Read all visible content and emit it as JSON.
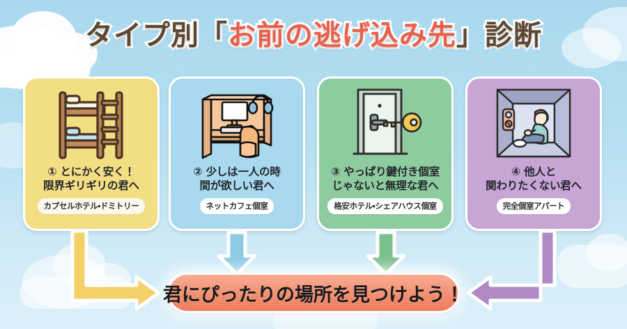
{
  "title": {
    "prefix": "タイプ別「",
    "highlight": "お前の逃げ込み先",
    "suffix": "」診断",
    "full": "タイプ別「お前の逃げ込み先」診断",
    "text_color": "#5C4733",
    "highlight_color": "#E8604C"
  },
  "background": {
    "sky_color": "#A9D8EE",
    "cloud_color": "#FFFFFF"
  },
  "cards": [
    {
      "number": "①",
      "icon": "bunk-bed-icon",
      "label_line1": "① とにかく安く！",
      "label_line2": "限界ギリギリの君へ",
      "tag": "カプセルホテル・ドミトリー",
      "color": "#F3DE84",
      "arrow": "elbow-down-right",
      "arrow_color": "#F2D169"
    },
    {
      "number": "②",
      "icon": "net-cafe-booth-icon",
      "label_line1": "② 少しは一人の時",
      "label_line2": "間が欲しい君へ",
      "tag": "ネットカフェ個室",
      "color": "#A9D9EE",
      "arrow": "straight-down",
      "arrow_color": "#8FC9E4"
    },
    {
      "number": "③",
      "icon": "door-with-key-icon",
      "label_line1": "③ やっぱり鍵付き個室",
      "label_line2": "じゃないと無理な君へ",
      "tag": "格安ホテル・シェアハウス個室",
      "color": "#8ECCA0",
      "arrow": "straight-down",
      "arrow_color": "#7CC08F"
    },
    {
      "number": "④",
      "icon": "person-sitting-in-room-icon",
      "label_line1": "④ 他人と",
      "label_line2": "関わりたくない君へ",
      "tag": "完全個室アパート",
      "color": "#C7A5D5",
      "arrow": "elbow-down-left",
      "arrow_color": "#B189C4"
    }
  ],
  "banner": {
    "text": "君にぴったりの場所を見つけよう！",
    "color": "#F29274"
  }
}
